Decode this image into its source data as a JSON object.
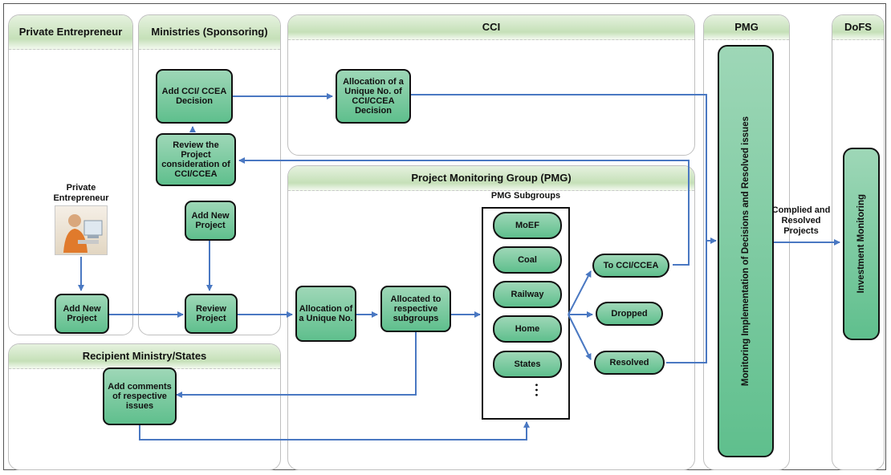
{
  "lanes": {
    "private_entrepreneur": "Private Entrepreneur",
    "ministries": "Ministries (Sponsoring)",
    "cci": "CCI",
    "pmg_right": "PMG",
    "dofs": "DoFS",
    "pmg_group": "Project Monitoring Group (PMG)",
    "recipient": "Recipient Ministry/States"
  },
  "nodes": {
    "add_cci_decision": "Add CCI/ CCEA Decision",
    "allocation_cci": "Allocation of a Unique No. of CCI/CCEA Decision",
    "review_consideration": "Review the Project consideration of CCI/CCEA",
    "add_new_project_ministry": "Add New Project",
    "add_new_project_entrepreneur": "Add New Project",
    "review_project": "Review Project",
    "allocation_unique": "Allocation of a Unique No.",
    "allocated_subgroups": "Allocated to respective subgroups",
    "to_cci": "To CCI/CCEA",
    "dropped": "Dropped",
    "resolved": "Resolved",
    "add_comments": "Add comments of respective issues",
    "monitoring": "Monitoring Implementation of Decisions and Resolved issues",
    "investment_monitoring": "Investment Monitoring"
  },
  "subgroups": {
    "title": "PMG Subgroups",
    "items": [
      "MoEF",
      "Coal",
      "Railway",
      "Home",
      "States"
    ],
    "more": "• • •"
  },
  "labels": {
    "entrepreneur_caption": "Private Entrepreneur",
    "complied": "Complied and Resolved Projects"
  },
  "colors": {
    "node_fill": "#5fbf8d",
    "lane_header": "#c5e0b8",
    "arrow": "#4a78c2"
  }
}
